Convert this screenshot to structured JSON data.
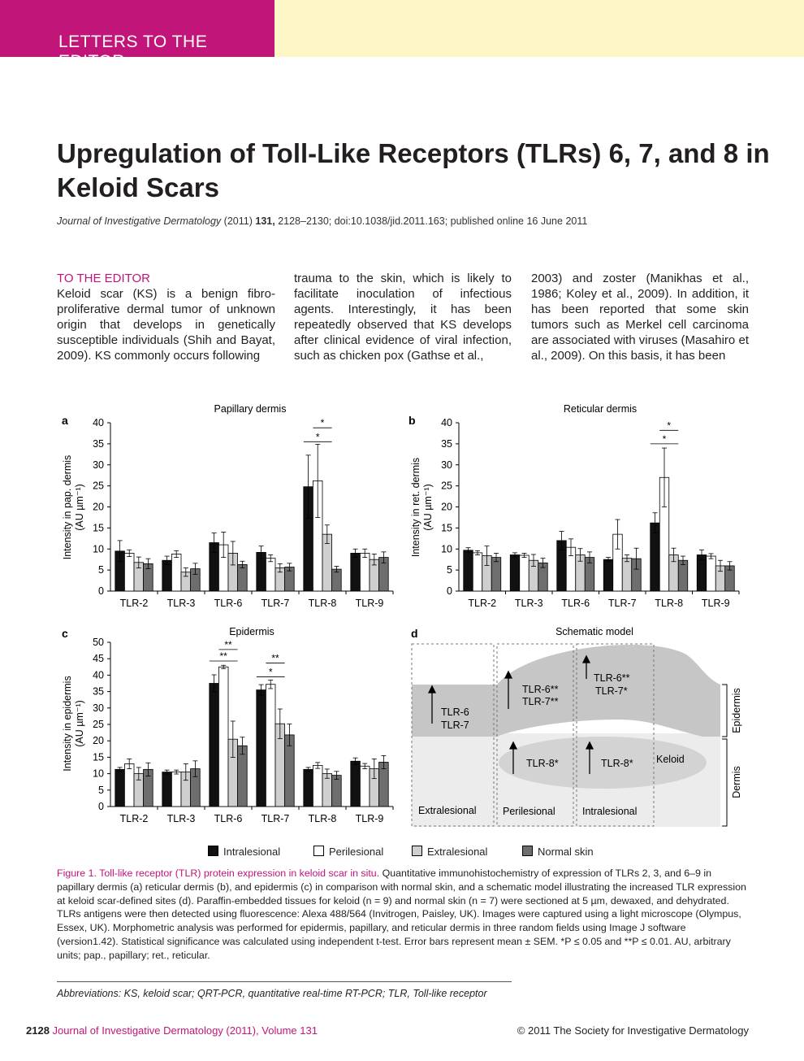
{
  "header": {
    "banner": "LETTERS TO THE EDITOR"
  },
  "article": {
    "title": "Upregulation of Toll-Like Receptors (TLRs) 6, 7, and 8 in Keloid Scars",
    "citation_journal": "Journal of Investigative Dermatology",
    "citation_year": "(2011)",
    "citation_volume": "131,",
    "citation_rest": "2128–2130; doi:10.1038/jid.2011.163; published online 16 June 2011"
  },
  "body": {
    "section_head": "TO THE EDITOR",
    "col1": "Keloid scar (KS) is a benign fibro-proliferative dermal tumor of unknown origin that develops in genetically susceptible individuals (Shih and Bayat, 2009). KS commonly occurs following",
    "col2": "trauma to the skin, which is likely to facilitate inoculation of infectious agents. Interestingly, it has been repeatedly observed that KS develops after clinical evidence of viral infection, such as chicken pox (Gathse et al.,",
    "col3": "2003) and zoster (Manikhas et al., 1986; Koley et al., 2009). In addition, it has been reported that some skin tumors such as Merkel cell carcinoma are associated with viruses (Masahiro et al., 2009). On this basis, it has been"
  },
  "colors": {
    "intralesional": "#111111",
    "perilesional": "#ffffff",
    "extralesional": "#cfcfcf",
    "normal": "#6e6e6e",
    "accent": "#c2157a"
  },
  "chart_data": [
    {
      "type": "bar",
      "panel": "a",
      "title": "Papillary dermis",
      "ylabel_line1": "Intensity in pap. dermis",
      "ylabel_line2": "(AU µm⁻¹)",
      "ylim": [
        0,
        40
      ],
      "yticks": [
        0,
        5,
        10,
        15,
        20,
        25,
        30,
        35,
        40
      ],
      "categories": [
        "TLR-2",
        "TLR-3",
        "TLR-6",
        "TLR-7",
        "TLR-8",
        "TLR-9"
      ],
      "series": [
        {
          "name": "Intralesional",
          "values": [
            9.5,
            7.3,
            11.5,
            9.2,
            24.8,
            9.0
          ],
          "errors": [
            2.5,
            1.0,
            2.3,
            1.5,
            7.5,
            1.0
          ]
        },
        {
          "name": "Perilesional",
          "values": [
            9.0,
            8.8,
            11.0,
            7.8,
            26.2,
            9.0
          ],
          "errors": [
            0.8,
            0.8,
            3.0,
            0.8,
            8.7,
            1.0
          ]
        },
        {
          "name": "Extralesional",
          "values": [
            6.8,
            4.5,
            9.0,
            5.5,
            13.5,
            7.5
          ],
          "errors": [
            1.3,
            1.0,
            2.8,
            1.0,
            2.2,
            1.3
          ]
        },
        {
          "name": "Normal skin",
          "values": [
            6.5,
            5.3,
            6.3,
            5.7,
            5.2,
            8.0
          ],
          "errors": [
            1.2,
            1.3,
            0.8,
            0.9,
            0.7,
            1.3
          ]
        }
      ],
      "annotations": [
        {
          "label": "*",
          "category": 4,
          "from": 0,
          "to": 2,
          "y": 35.5
        },
        {
          "label": "*",
          "category": 4,
          "from": 1,
          "to": 2,
          "y": 38.8
        }
      ]
    },
    {
      "type": "bar",
      "panel": "b",
      "title": "Reticular dermis",
      "ylabel_line1": "Intensity in ret. dermis",
      "ylabel_line2": "(AU µm⁻¹)",
      "ylim": [
        0,
        40
      ],
      "yticks": [
        0,
        5,
        10,
        15,
        20,
        25,
        30,
        35,
        40
      ],
      "categories": [
        "TLR-2",
        "TLR-3",
        "TLR-6",
        "TLR-7",
        "TLR-8",
        "TLR-9"
      ],
      "series": [
        {
          "name": "Intralesional",
          "values": [
            9.7,
            8.6,
            12.0,
            7.5,
            16.2,
            8.6
          ],
          "errors": [
            0.6,
            0.5,
            2.2,
            0.5,
            2.4,
            1.2
          ]
        },
        {
          "name": "Perilesional",
          "values": [
            9.1,
            8.5,
            10.4,
            13.5,
            27.0,
            8.3
          ],
          "errors": [
            0.5,
            0.5,
            2.0,
            3.5,
            7.0,
            0.6
          ]
        },
        {
          "name": "Extralesional",
          "values": [
            8.4,
            7.3,
            8.6,
            7.8,
            8.6,
            6.0
          ],
          "errors": [
            2.3,
            1.4,
            1.5,
            0.8,
            1.6,
            1.3
          ]
        },
        {
          "name": "Normal skin",
          "values": [
            8.0,
            6.7,
            8.0,
            7.7,
            7.3,
            6.0
          ],
          "errors": [
            1.0,
            1.1,
            1.3,
            2.5,
            1.0,
            1.0
          ]
        }
      ],
      "annotations": [
        {
          "label": "*",
          "category": 4,
          "from": 0,
          "to": 2,
          "y": 35.0
        },
        {
          "label": "*",
          "category": 4,
          "from": 1,
          "to": 2,
          "y": 38.2
        }
      ]
    },
    {
      "type": "bar",
      "panel": "c",
      "title": "Epidermis",
      "ylabel_line1": "Intensity in epidermis",
      "ylabel_line2": "(AU µm⁻¹)",
      "ylim": [
        0,
        50
      ],
      "yticks": [
        0,
        5,
        10,
        15,
        20,
        25,
        30,
        35,
        40,
        45,
        50
      ],
      "categories": [
        "TLR-2",
        "TLR-3",
        "TLR-6",
        "TLR-7",
        "TLR-8",
        "TLR-9"
      ],
      "series": [
        {
          "name": "Intralesional",
          "values": [
            11.3,
            10.5,
            37.5,
            35.5,
            11.3,
            13.8
          ],
          "errors": [
            0.6,
            0.6,
            2.6,
            1.6,
            0.6,
            1.0
          ]
        },
        {
          "name": "Perilesional",
          "values": [
            13.0,
            10.5,
            42.5,
            37.2,
            12.5,
            12.3
          ],
          "errors": [
            1.5,
            0.6,
            0.5,
            1.3,
            0.9,
            0.8
          ]
        },
        {
          "name": "Extralesional",
          "values": [
            10.0,
            10.5,
            20.5,
            25.2,
            10.0,
            11.5
          ],
          "errors": [
            1.9,
            2.5,
            5.5,
            4.5,
            1.4,
            3.0
          ]
        },
        {
          "name": "Normal skin",
          "values": [
            11.3,
            11.5,
            18.5,
            21.8,
            9.5,
            13.5
          ],
          "errors": [
            2.0,
            2.4,
            2.6,
            3.3,
            1.2,
            2.0
          ]
        }
      ],
      "annotations": [
        {
          "label": "**",
          "category": 2,
          "from": 0,
          "to": 2,
          "y": 44.3
        },
        {
          "label": "**",
          "category": 2,
          "from": 1,
          "to": 2,
          "y": 47.8
        },
        {
          "label": "*",
          "category": 3,
          "from": 0,
          "to": 2,
          "y": 39.5
        },
        {
          "label": "**",
          "category": 3,
          "from": 1,
          "to": 2,
          "y": 43.7
        }
      ]
    }
  ],
  "schematic": {
    "panel": "d",
    "title": "Schematic model",
    "extralesional_tlr_a": "TLR-6",
    "extralesional_tlr_b": "TLR-7",
    "perilesional_epi_a": "TLR-6**",
    "perilesional_epi_b": "TLR-7**",
    "intralesional_epi_a": "TLR-6**",
    "intralesional_epi_b": "TLR-7*",
    "perilesional_derm": "TLR-8*",
    "intralesional_derm": "TLR-8*",
    "keloid": "Keloid",
    "label_extralesional": "Extralesional",
    "label_perilesional": "Perilesional",
    "label_intralesional": "Intralesional",
    "epidermis": "Epidermis",
    "dermis": "Dermis"
  },
  "legend": {
    "intralesional": "Intralesional",
    "perilesional": "Perilesional",
    "extralesional": "Extralesional",
    "normal": "Normal skin"
  },
  "caption": {
    "fig_label": "Figure 1.",
    "fig_title": "Toll-like receptor (TLR) protein expression in keloid scar in situ.",
    "text": " Quantitative immunohistochemistry of expression of TLRs 2, 3, and 6–9 in papillary dermis (a) reticular dermis (b), and epidermis (c) in comparison with normal skin, and a schematic model illustrating the increased TLR expression at keloid scar-defined sites (d). Paraffin-embedded tissues for keloid (n = 9) and normal skin (n = 7) were sectioned at 5 µm, dewaxed, and dehydrated. TLRs antigens were then detected using fluorescence: Alexa 488/564 (Invitrogen, Paisley, UK). Images were captured using a light microscope (Olympus, Essex, UK). Morphometric analysis was performed for epidermis, papillary, and reticular dermis in three random fields using Image J software (version1.42). Statistical significance was calculated using independent t-test. Error bars represent mean ± SEM. *P ≤ 0.05 and **P ≤ 0.01. AU, arbitrary units; pap., papillary; ret., reticular."
  },
  "abbreviations": "Abbreviations: KS, keloid scar; QRT-PCR, quantitative real-time RT-PCR; TLR, Toll-like receptor",
  "footer": {
    "page": "2128",
    "journal": "Journal of Investigative Dermatology (2011), Volume 131",
    "copyright": "© 2011 The Society for Investigative Dermatology"
  }
}
